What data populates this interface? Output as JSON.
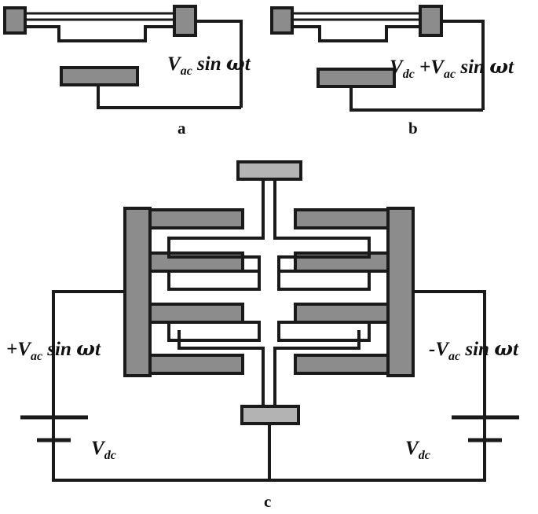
{
  "figure": {
    "type": "mems-comb-drive-schematic",
    "panel_count": 3
  },
  "colors": {
    "stroke": "#1a1a1a",
    "finger_gray": "#8c8c8c",
    "anchor_gray": "#8c8c8c",
    "pad_gray": "#b3b3b3",
    "background": "#ffffff"
  },
  "panels": {
    "a": {
      "caption": "a",
      "voltage_label": {
        "prefix": "",
        "symbol": "V",
        "subscript": "ac",
        "suffix": " sin ",
        "omega": "ω",
        "tail": "t",
        "full": "Vac sin ωt"
      }
    },
    "b": {
      "caption": "b",
      "voltage_label": {
        "term1_symbol": "V",
        "term1_sub": "dc",
        "operator": " +",
        "term2_symbol": "V",
        "term2_sub": "ac",
        "suffix": " sin ",
        "omega": "ω",
        "tail": "t",
        "full": "Vdc +Vac sin ωt"
      }
    },
    "c": {
      "caption": "c",
      "left_drive": {
        "sign": "+",
        "symbol": "V",
        "subscript": "ac",
        "suffix": " sin ",
        "omega": "ω",
        "tail": "t",
        "full": "+Vac sin ωt"
      },
      "right_drive": {
        "sign": "-",
        "symbol": "V",
        "subscript": "ac",
        "suffix": " sin ",
        "omega": "ω",
        "tail": "t",
        "full": "-Vac sin ωt"
      },
      "left_battery": {
        "symbol": "V",
        "subscript": "dc",
        "full": "Vdc"
      },
      "right_battery": {
        "symbol": "V",
        "subscript": "dc",
        "full": "Vdc"
      },
      "comb": {
        "stator_fingers_per_side": 4,
        "rotor_fingers_per_side": 3
      }
    }
  }
}
